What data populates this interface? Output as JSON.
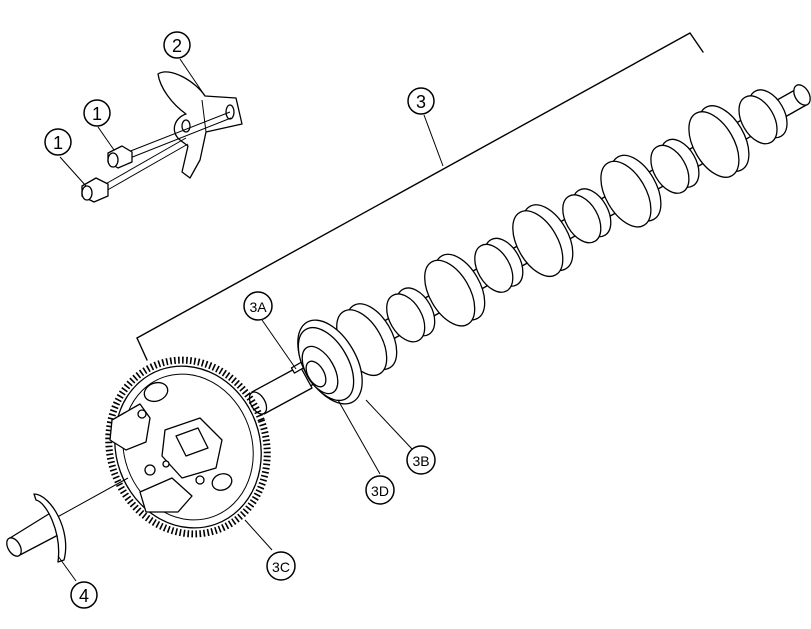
{
  "diagram": {
    "callouts": [
      {
        "id": "c1a",
        "label": "1"
      },
      {
        "id": "c1b",
        "label": "1"
      },
      {
        "id": "c2",
        "label": "2"
      },
      {
        "id": "c3",
        "label": "3"
      },
      {
        "id": "c3a",
        "label": "3A"
      },
      {
        "id": "c3b",
        "label": "3B"
      },
      {
        "id": "c3c",
        "label": "3C"
      },
      {
        "id": "c3d",
        "label": "3D"
      },
      {
        "id": "c4",
        "label": "4"
      }
    ]
  }
}
